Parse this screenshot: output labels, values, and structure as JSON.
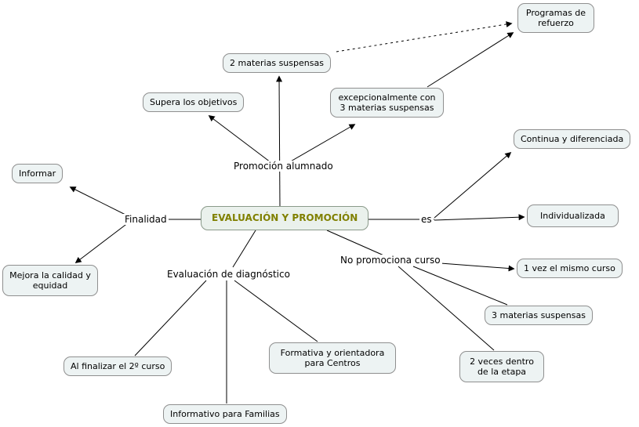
{
  "map": {
    "center_node": {
      "label": "EVALUACIÓN Y PROMOCIÓN"
    },
    "nodes": {
      "programas_refuerzo": "Programas de refuerzo",
      "dos_materias_suspensas": "2 materias suspensas",
      "supera_objetivos": "Supera los objetivos",
      "excepcionalmente_3_materias": "excepcionalmente con 3 materias suspensas",
      "continua_diferenciada": "Continua y diferenciada",
      "informar": "Informar",
      "individualizada": "Individualizada",
      "una_vez_mismo_curso": "1 vez el mismo curso",
      "mejora_calidad_equidad": "Mejora la calidad y equidad",
      "tres_materias_suspensas": "3 materias suspensas",
      "al_finalizar_2_curso": "Al finalizar el 2º curso",
      "formativa_orientadora_centros": "Formativa y orientadora para Centros",
      "dos_veces_etapa": "2 veces dentro de la etapa",
      "informativo_familias": "Informativo para Familias"
    },
    "link_labels": {
      "promocion_alumnado": "Promoción alumnado",
      "finalidad": "Finalidad",
      "es": "es",
      "no_promociona_curso": "No promociona curso",
      "evaluacion_diagnostico": "Evaluación de diagnóstico"
    },
    "colors": {
      "center_text": "#808000",
      "node_background": "#edf3f3",
      "node_border": "#8f8f8f",
      "connector": "#000000"
    }
  }
}
